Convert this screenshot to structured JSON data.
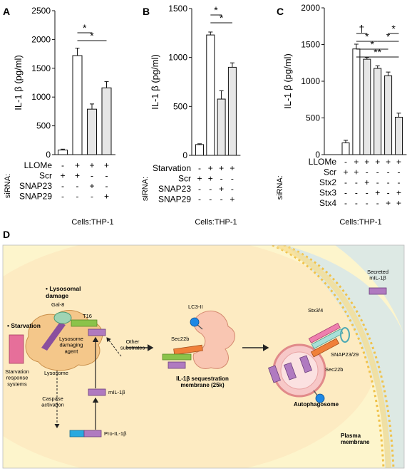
{
  "panels": {
    "A": {
      "letter": "A",
      "cells": "Cells:THP-1"
    },
    "B": {
      "letter": "B",
      "cells": "Cells:THP-1"
    },
    "C": {
      "letter": "C",
      "cells": "Cells:THP-1"
    },
    "D": {
      "letter": "D"
    }
  },
  "chart_data": [
    {
      "type": "bar",
      "panel": "A",
      "ylabel": "IL-1 β  (pg/ml)",
      "ylim": [
        0,
        2500
      ],
      "yticks": [
        0,
        500,
        1000,
        1500,
        2000,
        2500
      ],
      "values": [
        80,
        1720,
        790,
        1160
      ],
      "errors": [
        15,
        130,
        90,
        110
      ],
      "bar_colors": [
        "#ffffff",
        "#ffffff",
        "#e6e6e6",
        "#e6e6e6"
      ],
      "condition_rows": [
        {
          "label": "LLOMe",
          "marks": [
            "-",
            "+",
            "+",
            "+"
          ]
        },
        {
          "label": "Scr",
          "marks": [
            "+",
            "+",
            "-",
            "-"
          ]
        },
        {
          "label": "SNAP23",
          "marks": [
            "-",
            "-",
            "+",
            "-"
          ]
        },
        {
          "label": "SNAP29",
          "marks": [
            "-",
            "-",
            "-",
            "+"
          ]
        }
      ],
      "sirna_label": "siRNA:",
      "sirna_rows": [
        1,
        3
      ],
      "significance": [
        {
          "from": 1,
          "to": 2,
          "level": 0,
          "label": "*"
        },
        {
          "from": 1,
          "to": 3,
          "level": 1,
          "label": "*"
        }
      ]
    },
    {
      "type": "bar",
      "panel": "B",
      "ylabel": "IL-1 β  (pg/ml)",
      "ylim": [
        0,
        1500
      ],
      "yticks": [
        0,
        500,
        1000,
        1500
      ],
      "values": [
        110,
        1230,
        575,
        900
      ],
      "errors": [
        8,
        30,
        85,
        45
      ],
      "bar_colors": [
        "#ffffff",
        "#ffffff",
        "#e6e6e6",
        "#e6e6e6"
      ],
      "condition_rows": [
        {
          "label": "Starvation",
          "marks": [
            "-",
            "+",
            "+",
            "+"
          ]
        },
        {
          "label": "Scr",
          "marks": [
            "+",
            "+",
            "-",
            "-"
          ]
        },
        {
          "label": "SNAP23",
          "marks": [
            "-",
            "-",
            "+",
            "-"
          ]
        },
        {
          "label": "SNAP29",
          "marks": [
            "-",
            "-",
            "-",
            "+"
          ]
        }
      ],
      "sirna_label": "siRNA:",
      "sirna_rows": [
        1,
        3
      ],
      "significance": [
        {
          "from": 1,
          "to": 2,
          "level": 0,
          "label": "*"
        },
        {
          "from": 1,
          "to": 3,
          "level": 1,
          "label": "*"
        }
      ]
    },
    {
      "type": "bar",
      "panel": "C",
      "ylabel": "IL-1 β  (pg/ml)",
      "ylim": [
        0,
        2000
      ],
      "yticks": [
        0,
        500,
        1000,
        1500,
        2000
      ],
      "values": [
        160,
        1440,
        1300,
        1175,
        1075,
        510
      ],
      "errors": [
        35,
        65,
        25,
        35,
        50,
        55
      ],
      "bar_colors": [
        "#ffffff",
        "#ffffff",
        "#e6e6e6",
        "#e6e6e6",
        "#e6e6e6",
        "#e6e6e6"
      ],
      "condition_rows": [
        {
          "label": "LLOMe",
          "marks": [
            "-",
            "+",
            "+",
            "+",
            "+",
            "+"
          ]
        },
        {
          "label": "Scr",
          "marks": [
            "+",
            "+",
            "-",
            "-",
            "-",
            "-"
          ]
        },
        {
          "label": "Stx2",
          "marks": [
            "-",
            "-",
            "+",
            "-",
            "-",
            "-"
          ]
        },
        {
          "label": "Stx3",
          "marks": [
            "-",
            "-",
            "-",
            "+",
            "-",
            "+"
          ]
        },
        {
          "label": "Stx4",
          "marks": [
            "-",
            "-",
            "-",
            "-",
            "+",
            "+"
          ]
        }
      ],
      "sirna_label": "siRNA:",
      "sirna_rows": [
        1,
        4
      ],
      "significance": [
        {
          "from": 1,
          "to": 2,
          "level": 0,
          "label": "†"
        },
        {
          "from": 1,
          "to": 3,
          "level": 1,
          "label": "*"
        },
        {
          "from": 1,
          "to": 4,
          "level": 2,
          "label": "*"
        },
        {
          "from": 1,
          "to": 5,
          "level": 3,
          "label": "**"
        },
        {
          "from": 4,
          "to": 5,
          "level": 0,
          "label": "*"
        },
        {
          "from": 3,
          "to": 5,
          "level": 1,
          "label": "*"
        }
      ]
    }
  ],
  "diagram": {
    "colors": {
      "panel_bg": "#fdf5cc",
      "cytoplasm": "#fbe3b8",
      "extracellular": "#dde9e4"
    },
    "labels": {
      "lysosomal_damage": "• Lysosomal\ndamage",
      "starvation": "• Starvation",
      "gal8": "Gal-8",
      "t16": "T16",
      "lysosome_agent": "Lysosome\ndamaging\nagent",
      "lysosome": "Lysosome",
      "other_substrates": "Other\nsubstrates",
      "starvation_systems": "Starvation\nresponse\nsystems",
      "caspase": "Caspase\nactivation",
      "mil1b": "mIL-1β",
      "pro_il1b": "Pro-IL-1β",
      "lc3": "LC3-II",
      "sec22b_left": "Sec22b",
      "sequestration": "IL-1β sequestration\nmembrane (25k)",
      "stx34": "Stx3/4",
      "snap2329": "SNAP23/29",
      "sec22b_right": "Sec22b",
      "autophagosome": "Autophagosome",
      "secreted": "Secreted\nmIL-1β",
      "plasma_membrane": "Plasma\nmembrane"
    }
  }
}
